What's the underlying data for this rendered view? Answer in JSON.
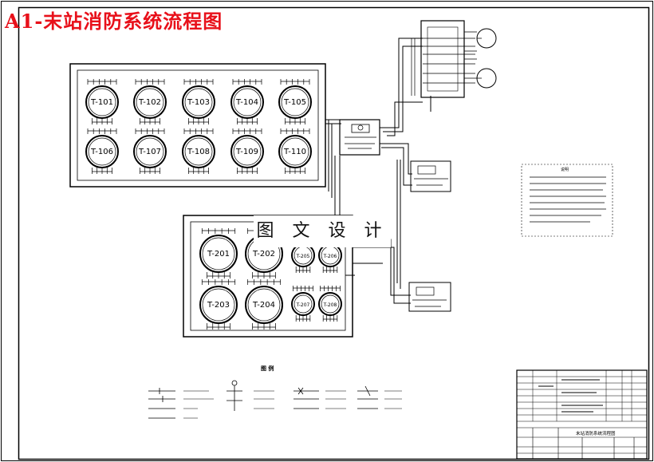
{
  "title": "A1-末站消防系统流程图",
  "watermark": "图 文 设 计",
  "tanks_upper": [
    "T-101",
    "T-102",
    "T-103",
    "T-104",
    "T-105",
    "T-106",
    "T-107",
    "T-108",
    "T-109",
    "T-110"
  ],
  "tanks_lower_large": [
    "T-201",
    "T-202",
    "T-203",
    "T-204"
  ],
  "tanks_lower_small": [
    "T-205",
    "T-206",
    "T-207",
    "T-208"
  ],
  "legend_title": "图 例",
  "notes_title": "说明",
  "title_block": {
    "drawing_name": "末站消防系统流程图"
  },
  "colors": {
    "title": "#e8101a",
    "line": "#000000"
  }
}
